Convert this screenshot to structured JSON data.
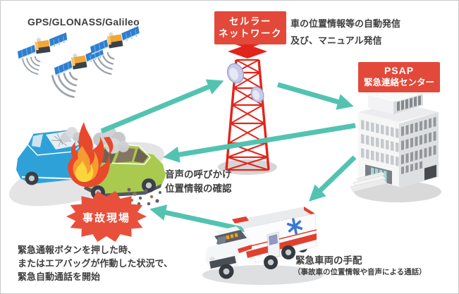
{
  "colors": {
    "label_red": "#e2493a",
    "starburst_red": "#e8503c",
    "arrow_teal": "#52c3b1",
    "tower_red": "#e1251c",
    "car_blue": "#2ea2d8",
    "car_green": "#a9c94f",
    "ambulance_stripe_red": "#e2402f",
    "text": "#3f3f3f"
  },
  "gnss": {
    "label": "GPS/GLONASS/Galileo"
  },
  "cellular": {
    "line1": "セルラー",
    "line2": "ネットワーク",
    "note1": "車の位置情報等の自動発信",
    "note2": "及び、マニュアル発信"
  },
  "psap": {
    "line1": "PSAP",
    "line2": "緊急連絡センター"
  },
  "voice": {
    "line1": "音声の呼びかけ",
    "line2": "位置情報の確認"
  },
  "accident": {
    "badge": "事故現場",
    "note1": "緊急通報ボタンを押した時、",
    "note2": "またはエアバッグが作動した状況で、",
    "note3": "緊急自動通話を開始"
  },
  "dispatch": {
    "title": "緊急車両の手配",
    "subtitle": "（事故車の位置情報や音声による通話）"
  },
  "icons": {
    "satellite-icon": "GNSS satellite with signal waves",
    "cell-tower-icon": "red cellular lattice tower with antennas",
    "psap-building-icon": "PSAP emergency center building",
    "car-crash-icon": "two-car collision with fire and smoke",
    "accident-starburst": "red starburst badge",
    "ambulance-icon": "ambulance truck",
    "arrow-icon": "teal communication arrow"
  }
}
